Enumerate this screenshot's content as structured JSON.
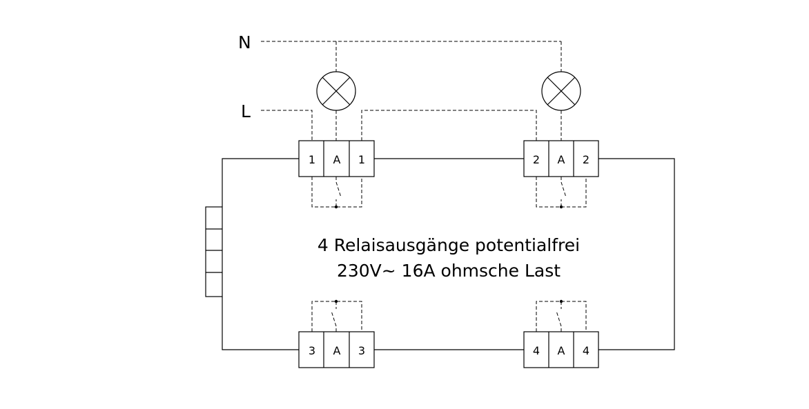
{
  "labels": {
    "neutral": "N",
    "live": "L"
  },
  "relays": [
    {
      "id": "relay-1",
      "terminals": [
        "1",
        "A",
        "1"
      ]
    },
    {
      "id": "relay-2",
      "terminals": [
        "2",
        "A",
        "2"
      ]
    },
    {
      "id": "relay-3",
      "terminals": [
        "3",
        "A",
        "3"
      ]
    },
    {
      "id": "relay-4",
      "terminals": [
        "4",
        "A",
        "4"
      ]
    }
  ],
  "caption": {
    "line1": "4 Relaisausgänge potentialfrei",
    "line2": "230V~ 16A ohmsche Last"
  },
  "colors": {
    "stroke": "#000000",
    "background": "#ffffff"
  }
}
